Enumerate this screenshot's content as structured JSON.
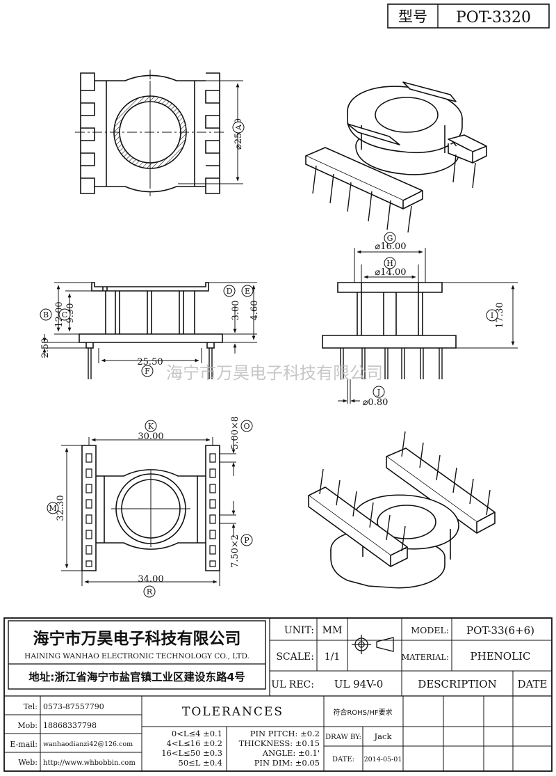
{
  "header": {
    "model_label": "型号",
    "model_value": "POT-3320"
  },
  "dimensions": {
    "A": {
      "letter": "A",
      "value": "⌀25.50"
    },
    "B": {
      "letter": "B",
      "value": "12.00"
    },
    "C": {
      "letter": "C",
      "value": "9.90"
    },
    "D": {
      "letter": "D",
      "value": "3.00"
    },
    "E": {
      "letter": "E",
      "value": "4.60"
    },
    "F": {
      "letter": "F",
      "value": "25.50"
    },
    "pin_offset": "2.50",
    "G": {
      "letter": "G",
      "value": "⌀16.00"
    },
    "H": {
      "letter": "H",
      "value": "⌀14.00"
    },
    "I": {
      "letter": "I",
      "value": "17.30"
    },
    "J": {
      "letter": "J",
      "value": "⌀0.80"
    },
    "K": {
      "letter": "K",
      "value": "30.00"
    },
    "O": {
      "letter": "O",
      "value": "5.00×8"
    },
    "M": {
      "letter": "M",
      "value": "32.30"
    },
    "P": {
      "letter": "P",
      "value": "7.50×2"
    },
    "R": {
      "letter": "R",
      "value": "34.00"
    }
  },
  "watermark": "海宁市万昊电子科技有限公司",
  "company": {
    "name_cn": "海宁市万昊电子科技有限公司",
    "name_en": "HAINING WANHAO ELECTRONIC TECHNOLOGY CO., LTD.",
    "address": "地址:浙江省海宁市盐官镇工业区建设东路4号"
  },
  "titleblock": {
    "unit_label": "UNIT:",
    "unit_value": "MM",
    "scale_label": "SCALE:",
    "scale_value": "1/1",
    "ulrec_label": "UL REC:",
    "ulrec_value": "UL 94V-0",
    "model_label": "MODEL:",
    "model_value": "POT-33(6+6)",
    "material_label": "MATERIAL:",
    "material_value": "PHENOLIC",
    "description_label": "DESCRIPTION",
    "date_label": "DATE",
    "rohs": "符合ROHS/HF要求",
    "drawby_label": "DRAW BY:",
    "drawby_value": "Jack",
    "date2_label": "DATE:",
    "date2_value": "2014-05-01"
  },
  "contacts": [
    {
      "label": "Tel:",
      "value": "0573-87557790"
    },
    {
      "label": "Mob:",
      "value": "18868337798"
    },
    {
      "label": "E-mail:",
      "value": "wanhaodianzi42@126.com"
    },
    {
      "label": "Web:",
      "value": "http://www.whbobbin.com"
    }
  ],
  "tolerances": {
    "title": "TOLERANCES",
    "ranges": [
      "0<L≤4 ±0.1",
      "4<L≤16 ±0.2",
      "16<L≤50 ±0.3",
      "50≤L ±0.4"
    ],
    "pins": [
      "PIN PITCH: ±0.2",
      "THICKNESS: ±0.15",
      "ANGLE: ±0.1'",
      "PIN DIM: ±0.05"
    ]
  }
}
